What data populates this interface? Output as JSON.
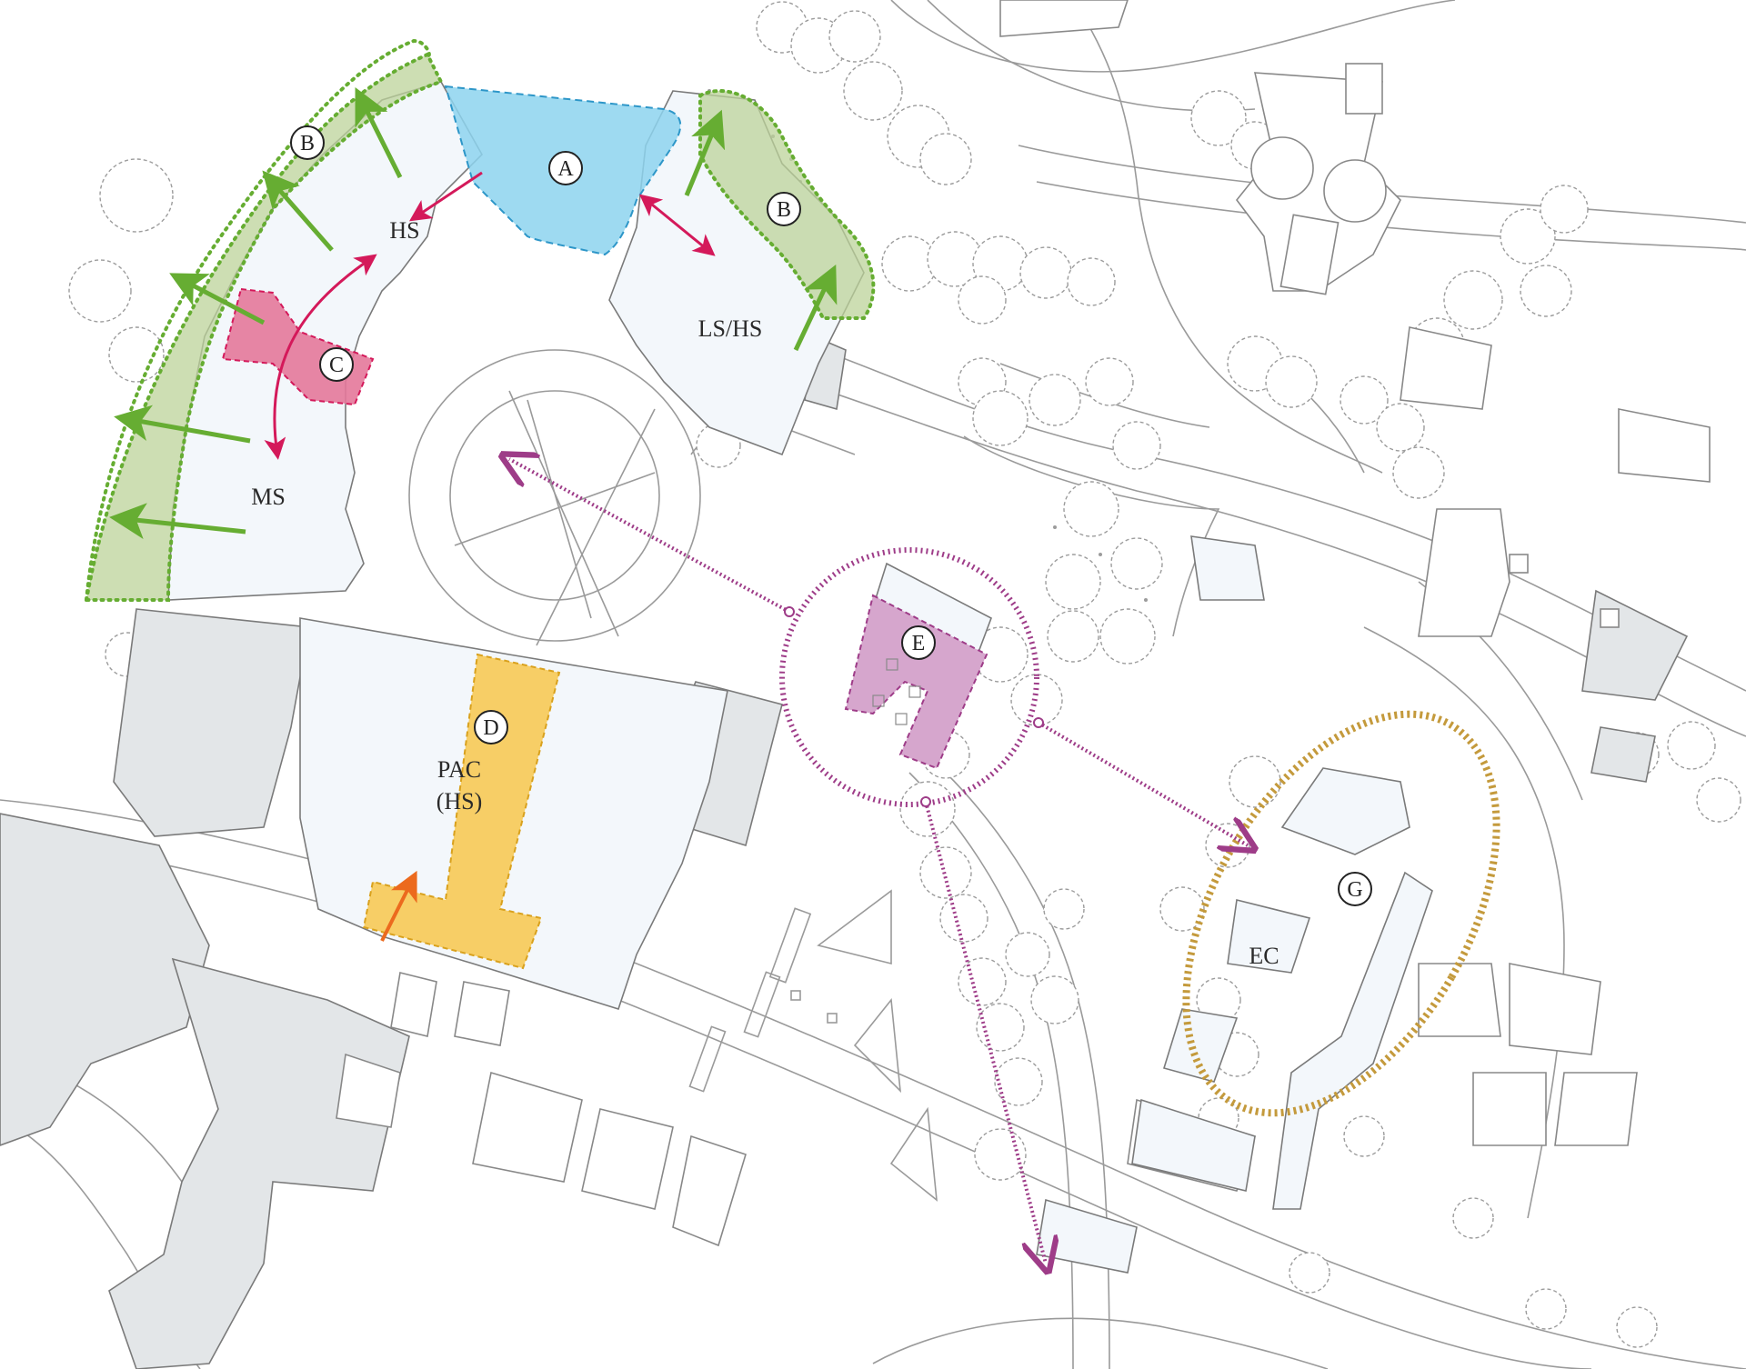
{
  "map": {
    "colors": {
      "building": "#f3f7fb",
      "building_gray": "#e3e6e8",
      "outline": "#888888",
      "green_zone": "#bcd39a",
      "green_arrow": "#66ad32",
      "blue_zone": "#8dd4ef",
      "red_zone": "#e4789a",
      "red_arrow": "#d4195a",
      "yellow_zone": "#f7cb5e",
      "orange_arrow": "#ec6a1e",
      "purple": "#9e3c88",
      "purple_fill": "#d6a6cd",
      "gold_ring": "#c49a3c"
    },
    "building_labels": {
      "hs": "HS",
      "ls_hs": "LS/HS",
      "ms": "MS",
      "pac_line1": "PAC",
      "pac_line2": "(HS)",
      "ec": "EC"
    },
    "markers": {
      "a": "A",
      "b_west": "B",
      "b_east": "B",
      "c": "C",
      "d": "D",
      "e": "E",
      "g": "G"
    }
  }
}
